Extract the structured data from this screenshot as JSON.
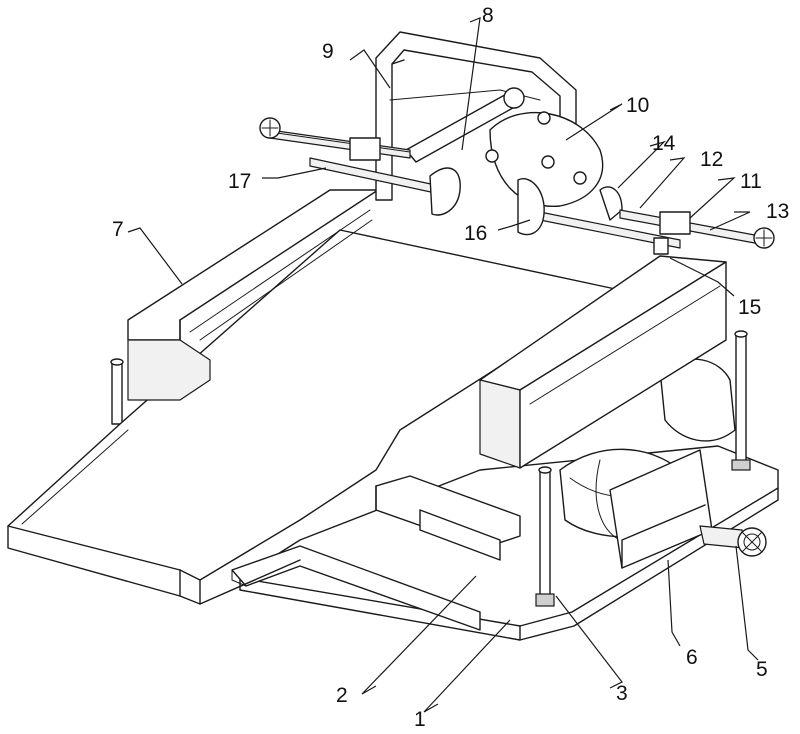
{
  "callouts": [
    {
      "id": "c1",
      "text": "1"
    },
    {
      "id": "c2",
      "text": "2"
    },
    {
      "id": "c3",
      "text": "3"
    },
    {
      "id": "c5",
      "text": "5"
    },
    {
      "id": "c6",
      "text": "6"
    },
    {
      "id": "c7",
      "text": "7"
    },
    {
      "id": "c8",
      "text": "8"
    },
    {
      "id": "c9",
      "text": "9"
    },
    {
      "id": "c10",
      "text": "10"
    },
    {
      "id": "c11",
      "text": "11"
    },
    {
      "id": "c12",
      "text": "12"
    },
    {
      "id": "c13",
      "text": "13"
    },
    {
      "id": "c14",
      "text": "14"
    },
    {
      "id": "c15",
      "text": "15"
    },
    {
      "id": "c16",
      "text": "16"
    },
    {
      "id": "c17",
      "text": "17"
    }
  ]
}
